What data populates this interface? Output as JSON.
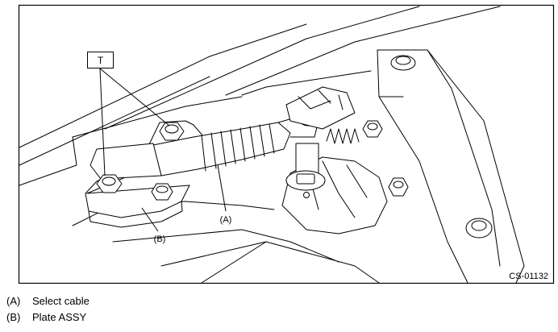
{
  "figure": {
    "code": "CS-01132",
    "callouts": {
      "tool": "T",
      "cable": "(A)",
      "plate": "(B)"
    }
  },
  "legend": [
    {
      "key": "(A)",
      "label": "Select cable"
    },
    {
      "key": "(B)",
      "label": "Plate ASSY"
    }
  ]
}
